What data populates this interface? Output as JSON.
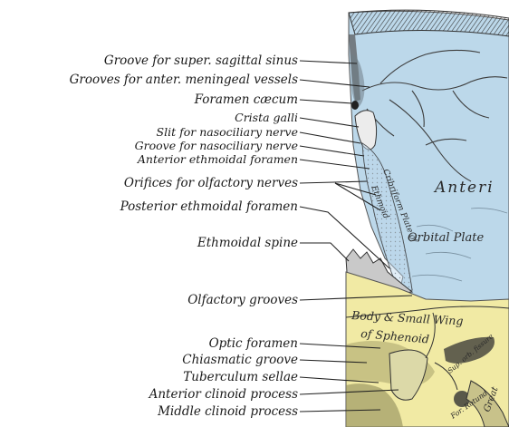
{
  "labels": [
    {
      "id": "groove-super-sagittal-sinus",
      "text": "Groove for super. sagittal sinus"
    },
    {
      "id": "grooves-anter-meningeal-vessels",
      "text": "Grooves for anter. meningeal vessels"
    },
    {
      "id": "foramen-caecum",
      "text": "Foramen cæcum"
    },
    {
      "id": "crista-galli",
      "text": "Crista galli"
    },
    {
      "id": "slit-nasociliary-nerve",
      "text": "Slit for nasociliary nerve"
    },
    {
      "id": "groove-nasociliary-nerve",
      "text": "Groove for nasociliary nerve"
    },
    {
      "id": "anterior-ethmoidal-foramen",
      "text": "Anterior ethmoidal foramen"
    },
    {
      "id": "orifices-olfactory-nerves",
      "text": "Orifices for olfactory nerves"
    },
    {
      "id": "posterior-ethmoidal-foramen",
      "text": "Posterior ethmoidal foramen"
    },
    {
      "id": "ethmoidal-spine",
      "text": "Ethmoidal spine"
    },
    {
      "id": "olfactory-grooves",
      "text": "Olfactory grooves"
    },
    {
      "id": "optic-foramen",
      "text": "Optic foramen"
    },
    {
      "id": "chiasmatic-groove",
      "text": "Chiasmatic groove"
    },
    {
      "id": "tuberculum-sellae",
      "text": "Tuberculum sellae"
    },
    {
      "id": "anterior-clinoid-process",
      "text": "Anterior clinoid process"
    },
    {
      "id": "middle-clinoid-process",
      "text": "Middle clinoid process"
    }
  ],
  "regions": {
    "anterior": "Anteri",
    "orbital_plate": "Orbital Plate",
    "cribriform_plate_line1": "Cribriform Plate of",
    "cribriform_plate_line2": "Ethmoid",
    "body_small_wing": "Body & Small Wing",
    "of_sphenoid": "of Sphenoid",
    "sup_orb_fissure": "Sup. orb. fissure",
    "for_rotund": "For. Rotund",
    "great_wing": "Great"
  },
  "colors": {
    "frontal_blue": "#bcd8ea",
    "sphenoid_yellow": "#f1eaa4",
    "bone_gray": "#8a8a8a",
    "ink": "#1a1a1a"
  }
}
